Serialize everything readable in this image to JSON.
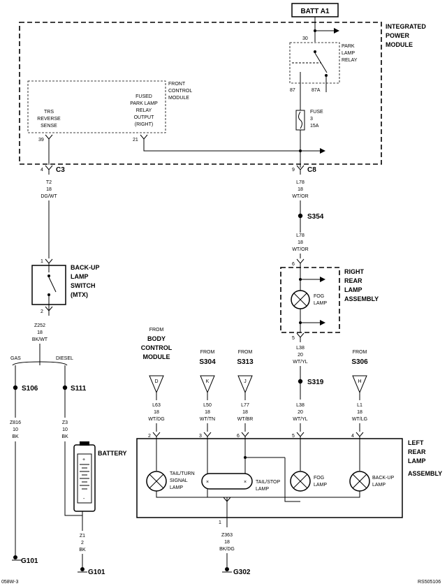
{
  "batt_label": "BATT A1",
  "ipm": {
    "l1": "INTEGRATED",
    "l2": "POWER",
    "l3": "MODULE"
  },
  "relay": {
    "l1": "PARK",
    "l2": "LAMP",
    "l3": "RELAY",
    "pin_in": "30",
    "pin_87": "87",
    "pin_87a": "87A"
  },
  "fuse": {
    "l1": "FUSE",
    "l2": "3",
    "l3": "15A"
  },
  "fcm": {
    "l1": "FRONT",
    "l2": "CONTROL",
    "l3": "MODULE"
  },
  "trs": {
    "l1": "TRS",
    "l2": "REVERSE",
    "l3": "SENSE",
    "pin": "39"
  },
  "fused": {
    "l1": "FUSED",
    "l2": "PARK LAMP",
    "l3": "RELAY",
    "l4": "OUTPUT",
    "l5": "(RIGHT)",
    "pin": "21"
  },
  "conn_c3": {
    "pin": "4",
    "name": "C3"
  },
  "conn_c8": {
    "pin": "9",
    "name": "C8"
  },
  "wire_t2": {
    "code": "T2",
    "gauge": "18",
    "color": "DG/WT"
  },
  "wire_l78a": {
    "code": "L78",
    "gauge": "18",
    "color": "WT/OR"
  },
  "splice_s354": "S354",
  "wire_l78b": {
    "code": "L78",
    "gauge": "18",
    "color": "WT/OR"
  },
  "rrl": {
    "pin_top": "6",
    "pin_bot": "5",
    "fog1": "FOG",
    "fog2": "LAMP",
    "l1": "RIGHT",
    "l2": "REAR",
    "l3": "LAMP",
    "l4": "ASSEMBLY"
  },
  "backup_switch": {
    "pin_top": "1",
    "pin_bot": "2",
    "l1": "BACK-UP",
    "l2": "LAMP",
    "l3": "SWITCH",
    "l4": "(MTX)"
  },
  "wire_z252": {
    "code": "Z252",
    "gauge": "18",
    "color": "BK/WT"
  },
  "gas": "GAS",
  "diesel": "DIESEL",
  "splice_s106": "S106",
  "splice_s111": "S111",
  "wire_z816": {
    "code": "Z816",
    "gauge": "10",
    "color": "BK"
  },
  "wire_z3": {
    "code": "Z3",
    "gauge": "10",
    "color": "BK"
  },
  "battery": "BATTERY",
  "wire_z1": {
    "code": "Z1",
    "gauge": "2",
    "color": "BK"
  },
  "ground_g101_left": "G101",
  "ground_g101_right": "G101",
  "from_bcm": {
    "l1": "FROM",
    "l2": "BODY",
    "l3": "CONTROL",
    "l4": "MODULE",
    "conn": "D"
  },
  "from_s304": {
    "l1": "FROM",
    "l2": "S304",
    "conn": "K"
  },
  "from_s313": {
    "l1": "FROM",
    "l2": "S313",
    "conn": "J"
  },
  "from_s306": {
    "l1": "FROM",
    "l2": "S306",
    "conn": "H"
  },
  "wire_l38a": {
    "code": "L38",
    "gauge": "20",
    "color": "WT/YL"
  },
  "splice_s319": "S319",
  "wire_l63": {
    "code": "L63",
    "gauge": "18",
    "color": "WT/DG"
  },
  "wire_l50": {
    "code": "L50",
    "gauge": "18",
    "color": "WT/TN"
  },
  "wire_l77": {
    "code": "L77",
    "gauge": "18",
    "color": "WT/BR"
  },
  "wire_l38b": {
    "code": "L38",
    "gauge": "20",
    "color": "WT/YL"
  },
  "wire_l1": {
    "code": "L1",
    "gauge": "18",
    "color": "WT/LG"
  },
  "lrl": {
    "pin_2": "2",
    "pin_3": "3",
    "pin_6": "6",
    "pin_5": "5",
    "pin_4": "4",
    "pin_1": "1",
    "l1": "LEFT",
    "l2": "REAR",
    "l3": "LAMP",
    "l4": "ASSEMBLY",
    "tt1": "TAIL/TURN",
    "tt2": "SIGNAL",
    "tt3": "LAMP",
    "ts1": "TAIL/STOP",
    "ts2": "LAMP",
    "fog1": "FOG",
    "fog2": "LAMP",
    "bu1": "BACK-UP",
    "bu2": "LAMP"
  },
  "wire_z363": {
    "code": "Z363",
    "gauge": "18",
    "color": "BK/DG"
  },
  "ground_g302": "G302",
  "footer_left": "058W-3",
  "footer_right": "RS505106"
}
